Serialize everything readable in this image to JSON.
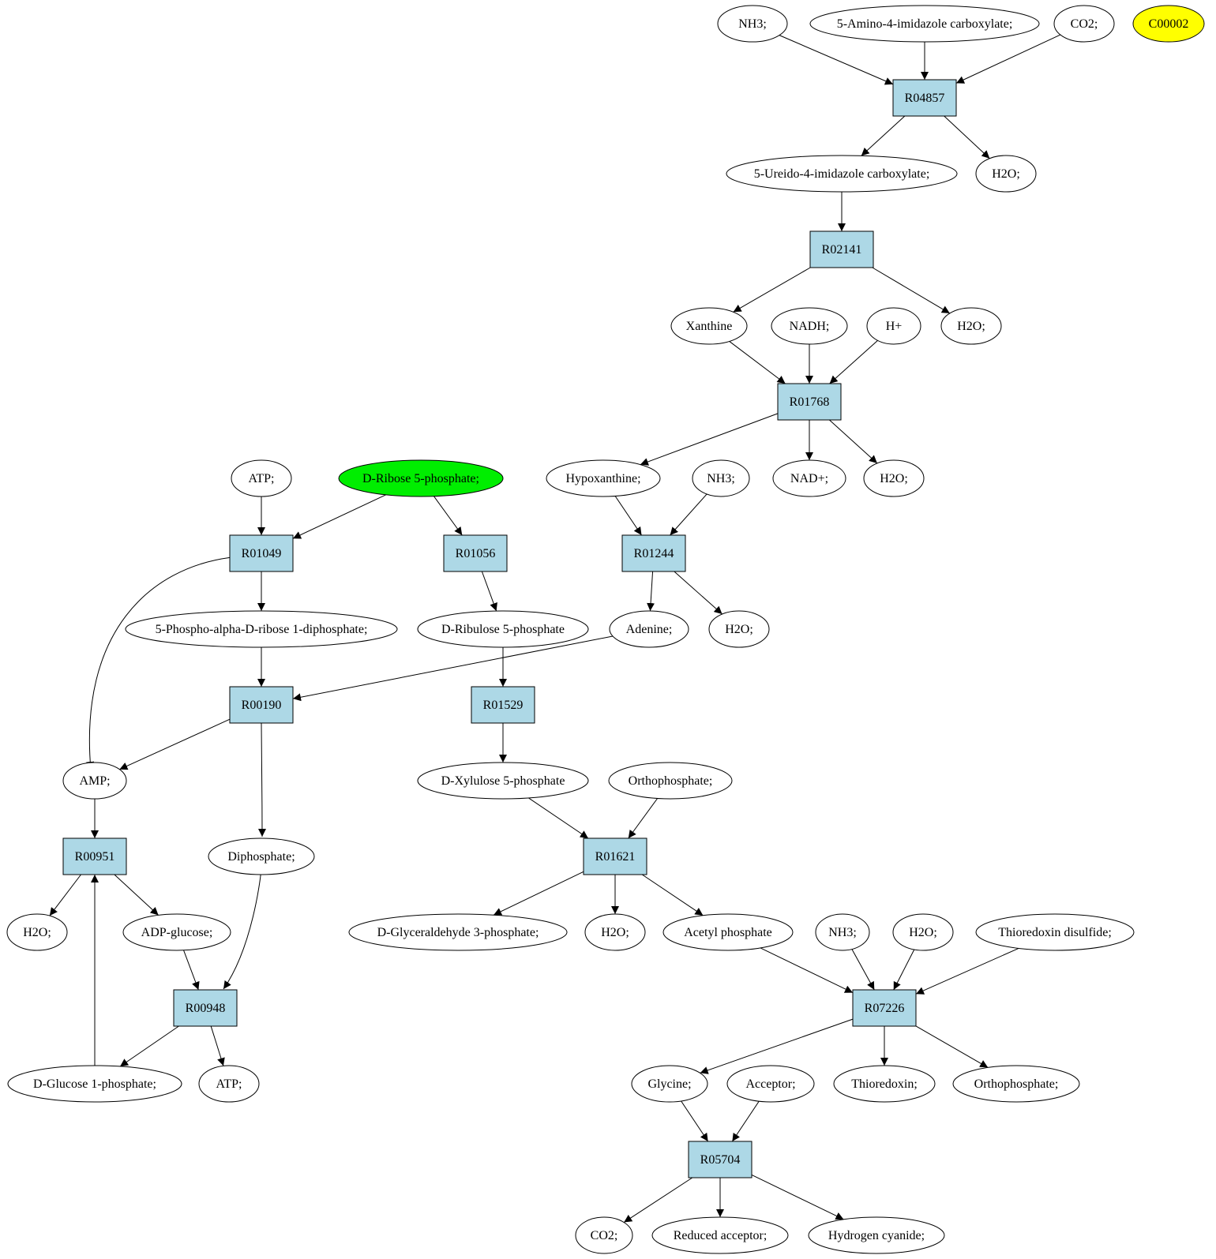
{
  "colors": {
    "reaction_fill": "#add8e6",
    "compound_fill": "#ffffff",
    "highlight_start": "#00ee00",
    "highlight_compound": "#ffff00",
    "stroke": "#000000"
  },
  "nodes": [
    {
      "id": "n_nh3_a",
      "type": "compound",
      "label": "NH3;"
    },
    {
      "id": "n_aic",
      "type": "compound",
      "label": "5-Amino-4-imidazole carboxylate;"
    },
    {
      "id": "n_co2_a",
      "type": "compound",
      "label": "CO2;"
    },
    {
      "id": "n_c00002",
      "type": "compound",
      "label": "C00002",
      "highlight": "yellow"
    },
    {
      "id": "r_R04857",
      "type": "reaction",
      "label": "R04857"
    },
    {
      "id": "n_uic",
      "type": "compound",
      "label": "5-Ureido-4-imidazole carboxylate;"
    },
    {
      "id": "n_h2o_a",
      "type": "compound",
      "label": "H2O;"
    },
    {
      "id": "r_R02141",
      "type": "reaction",
      "label": "R02141"
    },
    {
      "id": "n_xanthine",
      "type": "compound",
      "label": "Xanthine"
    },
    {
      "id": "n_nadh",
      "type": "compound",
      "label": "NADH;"
    },
    {
      "id": "n_hplus",
      "type": "compound",
      "label": "H+"
    },
    {
      "id": "n_h2o_b",
      "type": "compound",
      "label": "H2O;"
    },
    {
      "id": "r_R01768",
      "type": "reaction",
      "label": "R01768"
    },
    {
      "id": "n_atp_a",
      "type": "compound",
      "label": "ATP;"
    },
    {
      "id": "n_r5p",
      "type": "compound",
      "label": "D-Ribose 5-phosphate;",
      "highlight": "green"
    },
    {
      "id": "n_hypox",
      "type": "compound",
      "label": "Hypoxanthine;"
    },
    {
      "id": "n_nh3_b",
      "type": "compound",
      "label": "NH3;"
    },
    {
      "id": "n_nadplus",
      "type": "compound",
      "label": "NAD+;"
    },
    {
      "id": "n_h2o_c",
      "type": "compound",
      "label": "H2O;"
    },
    {
      "id": "r_R01049",
      "type": "reaction",
      "label": "R01049"
    },
    {
      "id": "r_R01056",
      "type": "reaction",
      "label": "R01056"
    },
    {
      "id": "r_R01244",
      "type": "reaction",
      "label": "R01244"
    },
    {
      "id": "n_prpp",
      "type": "compound",
      "label": "5-Phospho-alpha-D-ribose 1-diphosphate;"
    },
    {
      "id": "n_ru5p",
      "type": "compound",
      "label": "D-Ribulose 5-phosphate"
    },
    {
      "id": "n_adenine",
      "type": "compound",
      "label": "Adenine;"
    },
    {
      "id": "n_h2o_d",
      "type": "compound",
      "label": "H2O;"
    },
    {
      "id": "r_R00190",
      "type": "reaction",
      "label": "R00190"
    },
    {
      "id": "r_R01529",
      "type": "reaction",
      "label": "R01529"
    },
    {
      "id": "n_amp",
      "type": "compound",
      "label": "AMP;"
    },
    {
      "id": "n_xu5p",
      "type": "compound",
      "label": "D-Xylulose 5-phosphate"
    },
    {
      "id": "n_orthop_a",
      "type": "compound",
      "label": "Orthophosphate;"
    },
    {
      "id": "r_R00951",
      "type": "reaction",
      "label": "R00951"
    },
    {
      "id": "n_diphos",
      "type": "compound",
      "label": "Diphosphate;"
    },
    {
      "id": "r_R01621",
      "type": "reaction",
      "label": "R01621"
    },
    {
      "id": "n_h2o_e",
      "type": "compound",
      "label": "H2O;"
    },
    {
      "id": "n_adpglc",
      "type": "compound",
      "label": "ADP-glucose;"
    },
    {
      "id": "n_g3p",
      "type": "compound",
      "label": "D-Glyceraldehyde 3-phosphate;"
    },
    {
      "id": "n_h2o_f",
      "type": "compound",
      "label": "H2O;"
    },
    {
      "id": "n_acp",
      "type": "compound",
      "label": "Acetyl phosphate"
    },
    {
      "id": "n_nh3_c",
      "type": "compound",
      "label": "NH3;"
    },
    {
      "id": "n_h2o_g",
      "type": "compound",
      "label": "H2O;"
    },
    {
      "id": "n_trxss",
      "type": "compound",
      "label": "Thioredoxin disulfide;"
    },
    {
      "id": "r_R00948",
      "type": "reaction",
      "label": "R00948"
    },
    {
      "id": "r_R07226",
      "type": "reaction",
      "label": "R07226"
    },
    {
      "id": "n_g1p",
      "type": "compound",
      "label": "D-Glucose 1-phosphate;"
    },
    {
      "id": "n_atp_b",
      "type": "compound",
      "label": "ATP;"
    },
    {
      "id": "n_glycine",
      "type": "compound",
      "label": "Glycine;"
    },
    {
      "id": "n_acceptor",
      "type": "compound",
      "label": "Acceptor;"
    },
    {
      "id": "n_trx",
      "type": "compound",
      "label": "Thioredoxin;"
    },
    {
      "id": "n_orthop_b",
      "type": "compound",
      "label": "Orthophosphate;"
    },
    {
      "id": "r_R05704",
      "type": "reaction",
      "label": "R05704"
    },
    {
      "id": "n_co2_b",
      "type": "compound",
      "label": "CO2;"
    },
    {
      "id": "n_redacc",
      "type": "compound",
      "label": "Reduced acceptor;"
    },
    {
      "id": "n_hcn",
      "type": "compound",
      "label": "Hydrogen cyanide;"
    }
  ],
  "edges": [
    {
      "from": "n_nh3_a",
      "to": "r_R04857"
    },
    {
      "from": "n_aic",
      "to": "r_R04857"
    },
    {
      "from": "n_co2_a",
      "to": "r_R04857"
    },
    {
      "from": "r_R04857",
      "to": "n_uic"
    },
    {
      "from": "r_R04857",
      "to": "n_h2o_a"
    },
    {
      "from": "n_uic",
      "to": "r_R02141"
    },
    {
      "from": "r_R02141",
      "to": "n_xanthine"
    },
    {
      "from": "r_R02141",
      "to": "n_h2o_b"
    },
    {
      "from": "n_xanthine",
      "to": "r_R01768"
    },
    {
      "from": "n_nadh",
      "to": "r_R01768"
    },
    {
      "from": "n_hplus",
      "to": "r_R01768"
    },
    {
      "from": "r_R01768",
      "to": "n_hypox"
    },
    {
      "from": "r_R01768",
      "to": "n_nadplus"
    },
    {
      "from": "r_R01768",
      "to": "n_h2o_c"
    },
    {
      "from": "n_atp_a",
      "to": "r_R01049"
    },
    {
      "from": "n_r5p",
      "to": "r_R01049"
    },
    {
      "from": "n_r5p",
      "to": "r_R01056"
    },
    {
      "from": "n_hypox",
      "to": "r_R01244"
    },
    {
      "from": "n_nh3_b",
      "to": "r_R01244"
    },
    {
      "from": "r_R01049",
      "to": "n_prpp"
    },
    {
      "from": "r_R01049",
      "to": "n_amp"
    },
    {
      "from": "r_R01056",
      "to": "n_ru5p"
    },
    {
      "from": "r_R01244",
      "to": "n_adenine"
    },
    {
      "from": "r_R01244",
      "to": "n_h2o_d"
    },
    {
      "from": "n_prpp",
      "to": "r_R00190"
    },
    {
      "from": "n_adenine",
      "to": "r_R00190"
    },
    {
      "from": "n_ru5p",
      "to": "r_R01529"
    },
    {
      "from": "r_R00190",
      "to": "n_amp"
    },
    {
      "from": "r_R00190",
      "to": "n_diphos"
    },
    {
      "from": "r_R01529",
      "to": "n_xu5p"
    },
    {
      "from": "n_amp",
      "to": "r_R00951"
    },
    {
      "from": "n_xu5p",
      "to": "r_R01621"
    },
    {
      "from": "n_orthop_a",
      "to": "r_R01621"
    },
    {
      "from": "r_R00951",
      "to": "n_h2o_e"
    },
    {
      "from": "r_R00951",
      "to": "n_adpglc"
    },
    {
      "from": "n_diphos",
      "to": "r_R00948"
    },
    {
      "from": "n_adpglc",
      "to": "r_R00948"
    },
    {
      "from": "r_R01621",
      "to": "n_g3p"
    },
    {
      "from": "r_R01621",
      "to": "n_h2o_f"
    },
    {
      "from": "r_R01621",
      "to": "n_acp"
    },
    {
      "from": "n_acp",
      "to": "r_R07226"
    },
    {
      "from": "n_nh3_c",
      "to": "r_R07226"
    },
    {
      "from": "n_h2o_g",
      "to": "r_R07226"
    },
    {
      "from": "n_trxss",
      "to": "r_R07226"
    },
    {
      "from": "r_R00948",
      "to": "n_g1p"
    },
    {
      "from": "r_R00948",
      "to": "n_atp_b"
    },
    {
      "from": "n_g1p",
      "to": "r_R00951"
    },
    {
      "from": "r_R07226",
      "to": "n_glycine"
    },
    {
      "from": "r_R07226",
      "to": "n_trx"
    },
    {
      "from": "r_R07226",
      "to": "n_orthop_b"
    },
    {
      "from": "n_glycine",
      "to": "r_R05704"
    },
    {
      "from": "n_acceptor",
      "to": "r_R05704"
    },
    {
      "from": "r_R05704",
      "to": "n_co2_b"
    },
    {
      "from": "r_R05704",
      "to": "n_redacc"
    },
    {
      "from": "r_R05704",
      "to": "n_hcn"
    }
  ]
}
